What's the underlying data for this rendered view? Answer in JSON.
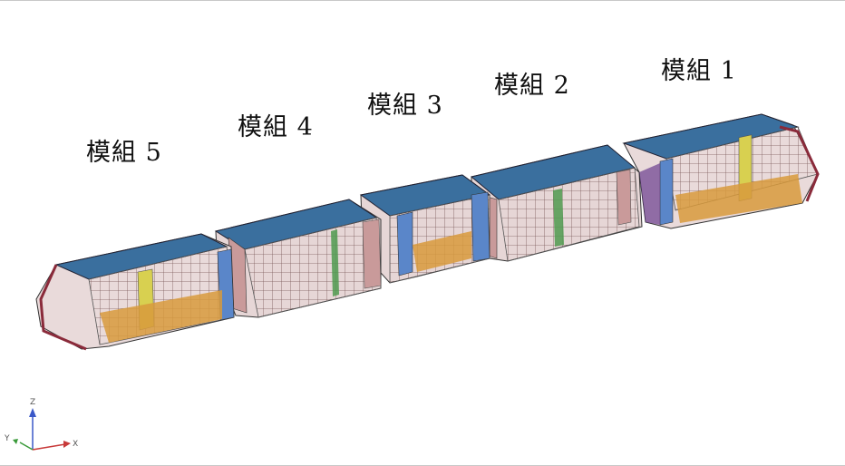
{
  "modules": [
    {
      "label": "模組 1"
    },
    {
      "label": "模組 2"
    },
    {
      "label": "模組 3"
    },
    {
      "label": "模組 4"
    },
    {
      "label": "模組 5"
    }
  ],
  "axes": {
    "z": "Z",
    "y": "Y",
    "x": "X"
  },
  "colors": {
    "roof": "#3a6f9e",
    "frame_pink": "#c99a9a",
    "frame_blue": "#5a86c9",
    "frame_orange": "#d89a3c",
    "frame_green": "#4f9a4f",
    "frame_yellow": "#d8d050",
    "frame_purple": "#6a3d8f",
    "outline": "#333333"
  }
}
